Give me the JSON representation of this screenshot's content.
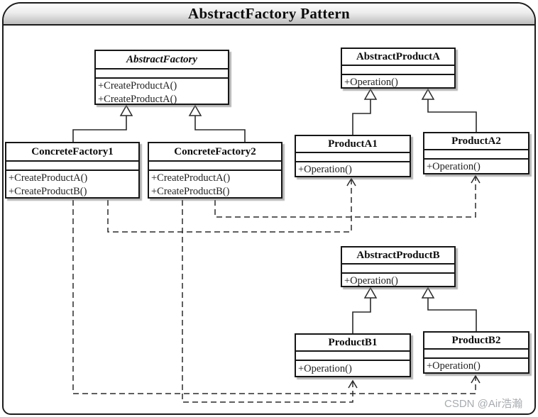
{
  "title": "AbstractFactory Pattern",
  "watermark": "CSDN @Air浩瀚",
  "diagram": {
    "classes": {
      "abstract_factory": {
        "name": "AbstractFactory",
        "stereotype": "abstract",
        "methods": [
          "+CreateProductA()",
          "+CreateProductA()"
        ]
      },
      "concrete_factory1": {
        "name": "ConcreteFactory1",
        "methods": [
          "+CreateProductA()",
          "+CreateProductB()"
        ]
      },
      "concrete_factory2": {
        "name": "ConcreteFactory2",
        "methods": [
          "+CreateProductA()",
          "+CreateProductB()"
        ]
      },
      "abstract_product_a": {
        "name": "AbstractProductA",
        "methods": [
          "+Operation()"
        ]
      },
      "product_a1": {
        "name": "ProductA1",
        "methods": [
          "+Operation()"
        ]
      },
      "product_a2": {
        "name": "ProductA2",
        "methods": [
          "+Operation()"
        ]
      },
      "abstract_product_b": {
        "name": "AbstractProductB",
        "methods": [
          "+Operation()"
        ]
      },
      "product_b1": {
        "name": "ProductB1",
        "methods": [
          "+Operation()"
        ]
      },
      "product_b2": {
        "name": "ProductB2",
        "methods": [
          "+Operation()"
        ]
      }
    },
    "relations": {
      "inheritance": [
        "ConcreteFactory1 -|> AbstractFactory",
        "ConcreteFactory2 -|> AbstractFactory",
        "ProductA1 -|> AbstractProductA",
        "ProductA2 -|> AbstractProductA",
        "ProductB1 -|> AbstractProductB",
        "ProductB2 -|> AbstractProductB"
      ],
      "dependency_dashed": [
        "ConcreteFactory1 ..> ProductA1",
        "ConcreteFactory2 ..> ProductA2",
        "ConcreteFactory1 ..> ProductB2",
        "ConcreteFactory2 ..> ProductB1"
      ]
    },
    "colors": {
      "line": "#2a2a2a",
      "box_border": "#161616",
      "titlebar_gradient_top": "#fdfdfd",
      "titlebar_gradient_bottom": "#bdbdbd",
      "watermark": "#a7abaf"
    }
  }
}
